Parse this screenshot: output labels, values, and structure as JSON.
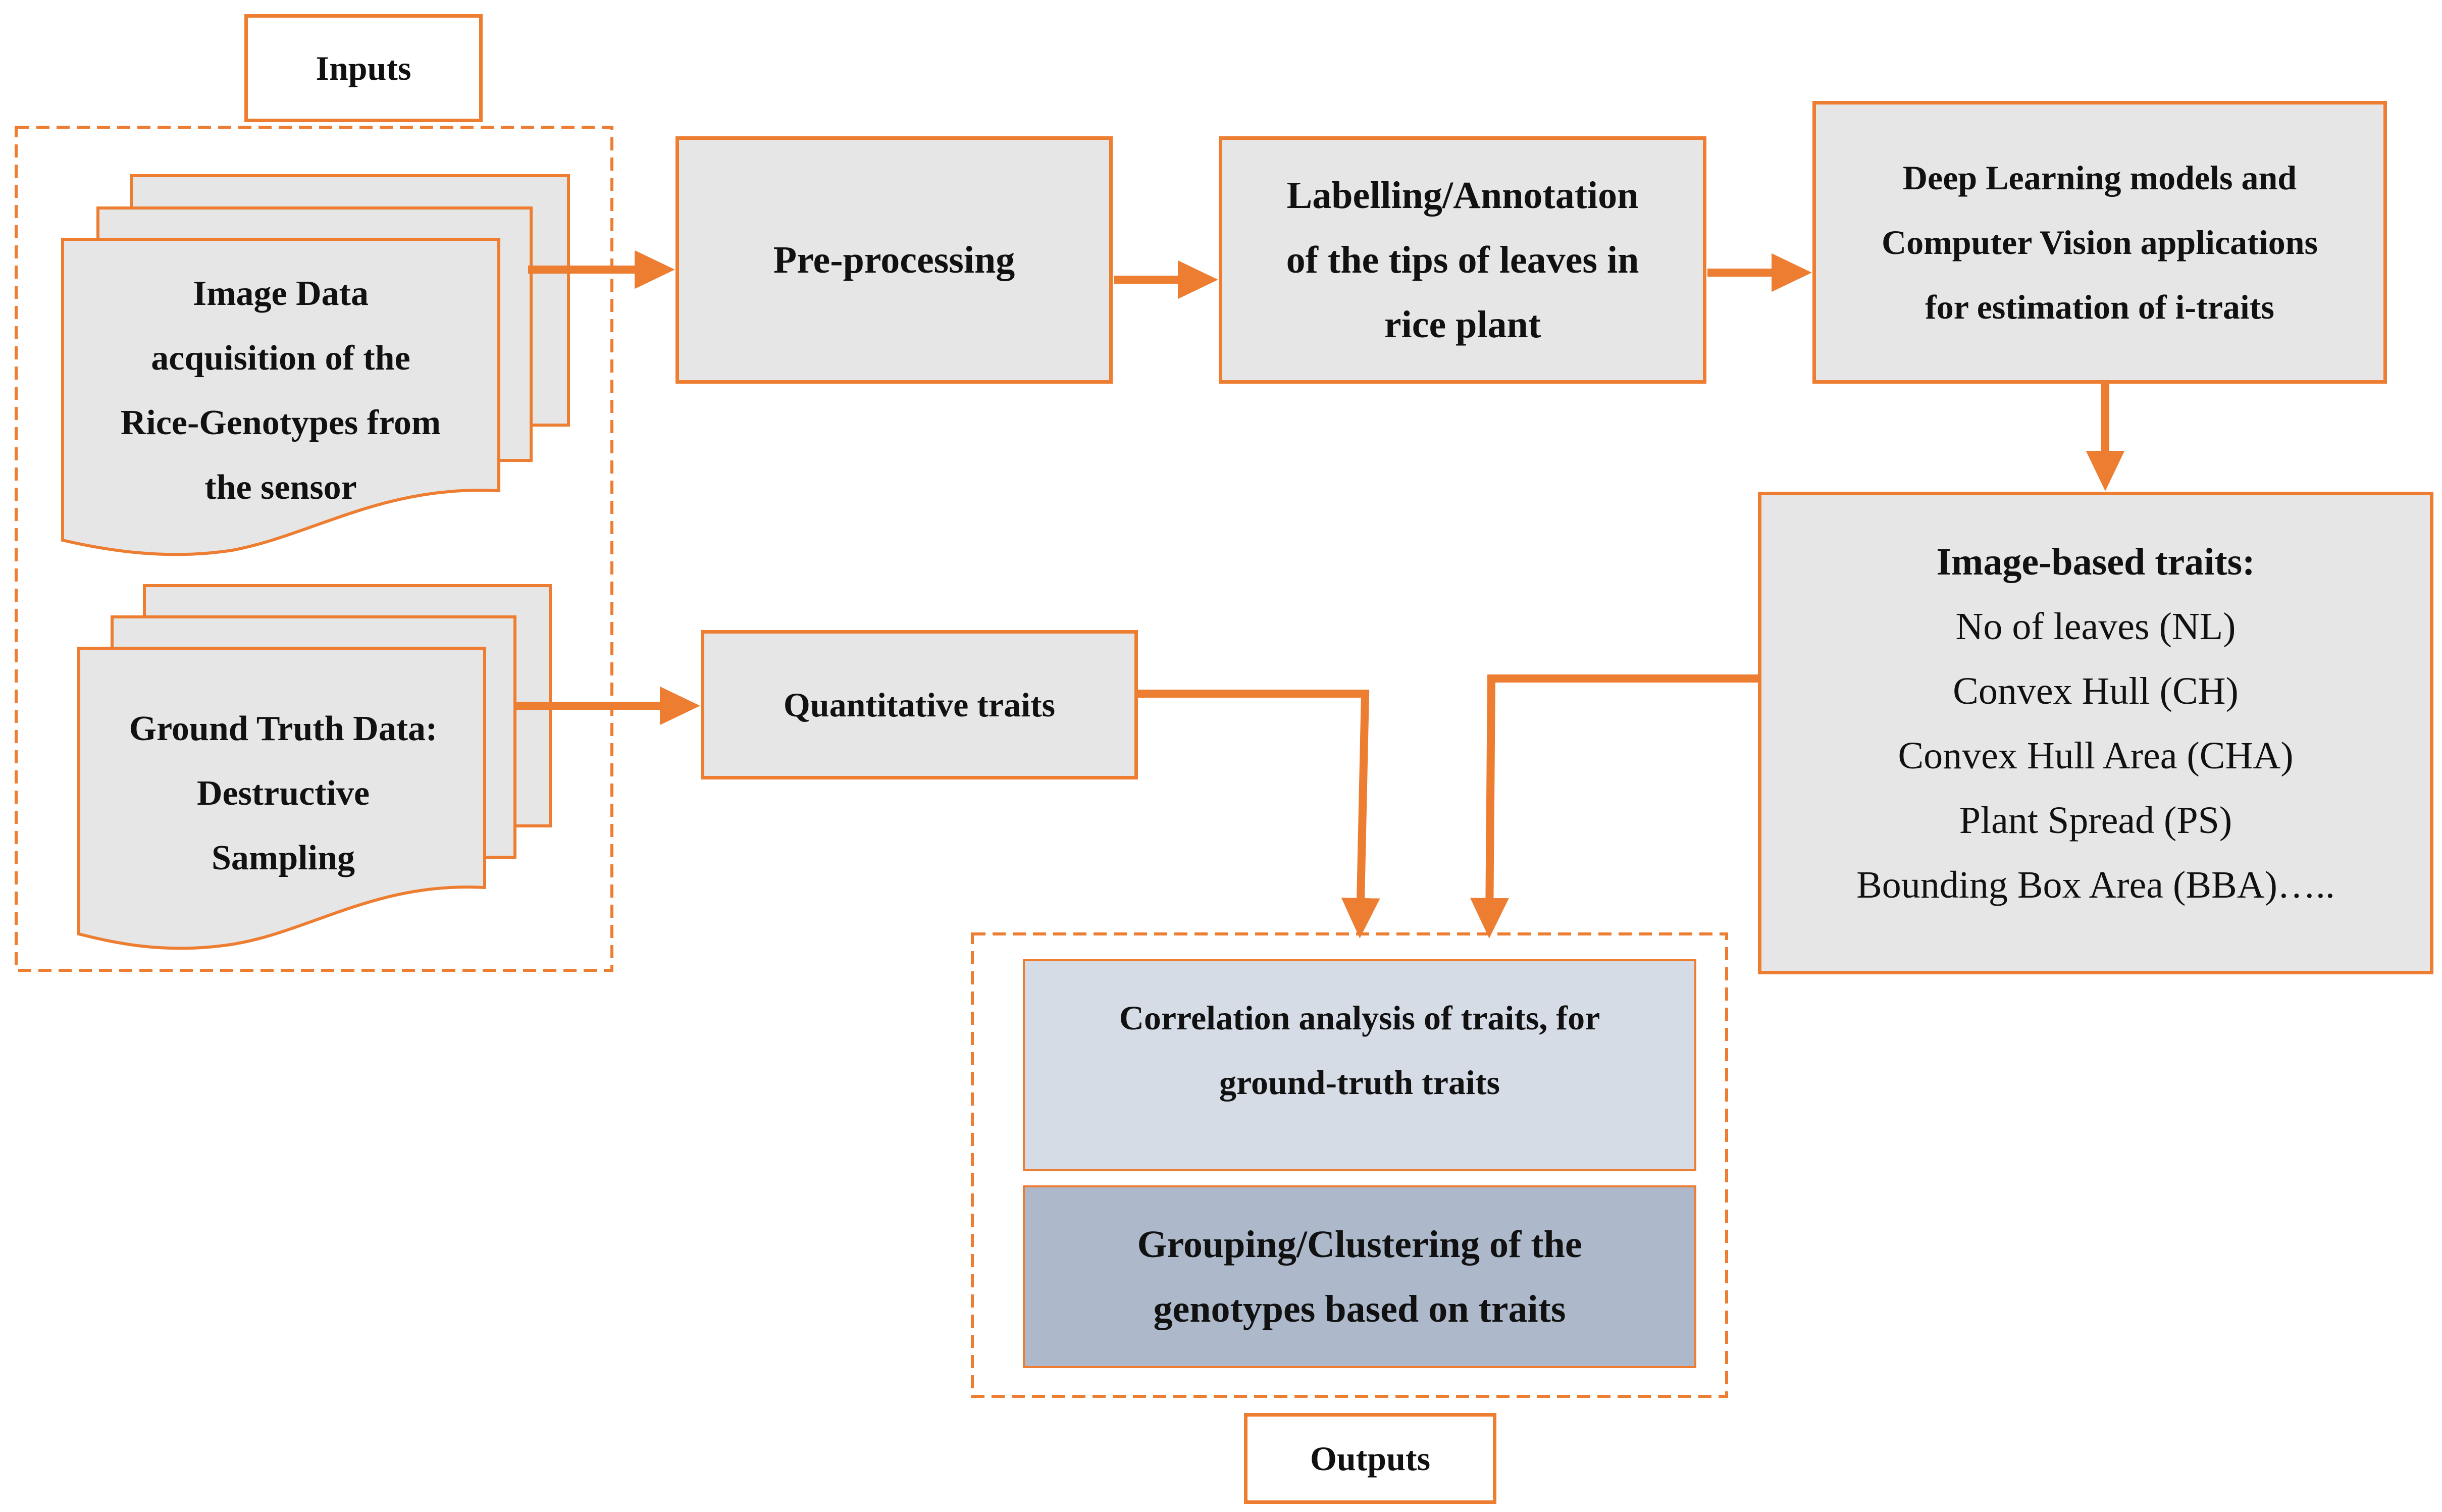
{
  "inputs_label": "Inputs",
  "outputs_label": "Outputs",
  "image_data_doc": {
    "lines": [
      "Image Data",
      "acquisition of the",
      "Rice-Genotypes from",
      "the sensor"
    ]
  },
  "ground_truth_doc": {
    "lines": [
      "Ground Truth Data:",
      "Destructive",
      "Sampling"
    ]
  },
  "preprocessing": "Pre-processing",
  "labelling": {
    "lines": [
      "Labelling/Annotation",
      "of the tips of leaves in",
      "rice plant"
    ]
  },
  "deep_learning": {
    "lines": [
      "Deep Learning models and",
      "Computer Vision applications",
      "for estimation of i-traits"
    ]
  },
  "quantitative_traits": "Quantitative traits",
  "image_based_traits": {
    "heading": "Image-based traits:",
    "items": [
      "No of leaves (NL)",
      "Convex Hull (CH)",
      "Convex Hull Area (CHA)",
      "Plant Spread (PS)",
      "Bounding Box Area (BBA)….."
    ]
  },
  "correlation": {
    "lines": [
      "Correlation analysis of traits, for",
      "ground-truth traits"
    ]
  },
  "clustering": {
    "lines": [
      "Grouping/Clustering of the",
      "genotypes based on traits"
    ]
  },
  "colors": {
    "accent_orange": "#ED7D31",
    "box_gray": "#E7E6E6",
    "light_blue": "#D6DCE5",
    "steel_blue": "#ADB9CA"
  }
}
